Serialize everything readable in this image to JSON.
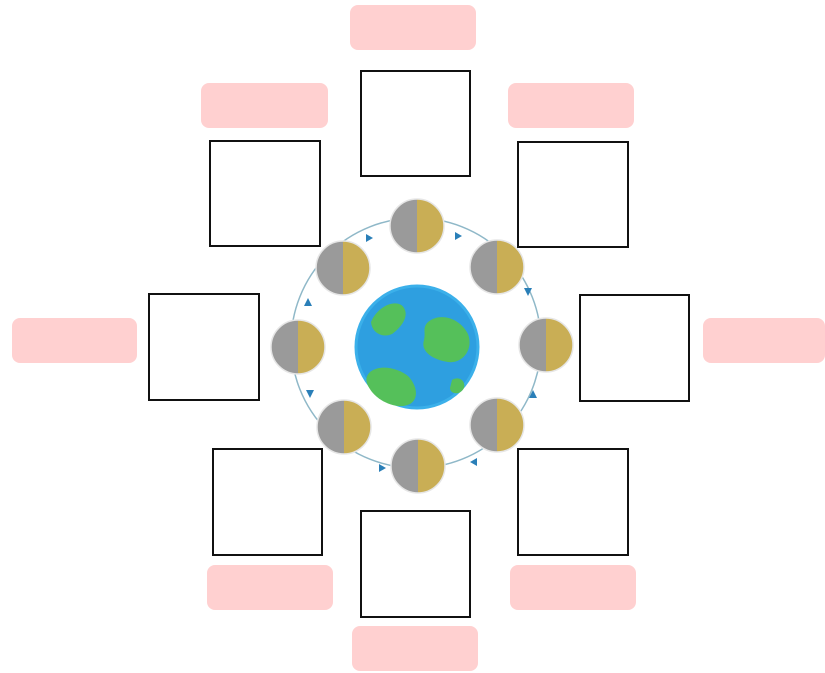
{
  "colors": {
    "label_fill": "#ffd0d0",
    "box_border": "#111111",
    "orbit": "#8fb8c8",
    "arrow": "#2a7fb8",
    "ocean": "#2e9fe0",
    "land": "#55c05a",
    "moon_dark": "#9a9a9a",
    "moon_lit": "#c9ae55"
  },
  "icons": {
    "earth": "earth-icon",
    "moon": "moon-phase-icon",
    "arrow": "orbit-arrow-icon"
  },
  "worksheet": {
    "positions": [
      {
        "id": "top",
        "label": ""
      },
      {
        "id": "top-right",
        "label": ""
      },
      {
        "id": "right",
        "label": ""
      },
      {
        "id": "bottom-right",
        "label": ""
      },
      {
        "id": "bottom",
        "label": ""
      },
      {
        "id": "bottom-left",
        "label": ""
      },
      {
        "id": "left",
        "label": ""
      },
      {
        "id": "top-left",
        "label": ""
      }
    ]
  }
}
